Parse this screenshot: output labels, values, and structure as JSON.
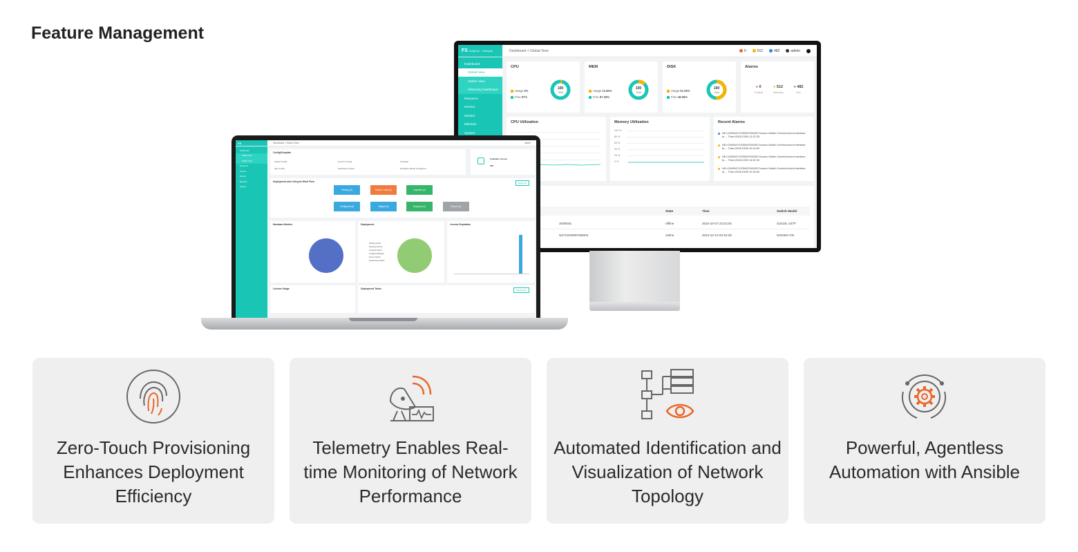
{
  "page": {
    "title": "Feature Management"
  },
  "colors": {
    "teal": "#19c6b5",
    "orange": "#e8672a",
    "gray_icon": "#666666",
    "card_bg": "#efefef"
  },
  "monitor": {
    "logo": "FS",
    "logo_sub": "AmpCon · Campus",
    "breadcrumb": "Dashboard > Global View",
    "top_stats": {
      "alarms_critical": "0",
      "alarms_warning": "512",
      "alarms_info": "482",
      "user": "admin"
    },
    "sidebar": [
      "Dashboard",
      "Global View",
      "Switch View",
      "Telemetry Dashboard",
      "Resource",
      "Service",
      "Monitor",
      "Maintain",
      "System"
    ],
    "cpu": {
      "title": "CPU",
      "usage_label": "Usage",
      "usage": "3%",
      "free_label": "Free",
      "free": "97%",
      "center": "100",
      "center_label": "Total",
      "usage_pct": 3
    },
    "mem": {
      "title": "MEM",
      "usage_label": "Usage",
      "usage": "12.65%",
      "free_label": "Free",
      "free": "87.35%",
      "center": "100",
      "center_label": "Total",
      "usage_pct": 12.65
    },
    "disk": {
      "title": "DISK",
      "usage_label": "Usage",
      "usage": "51.05%",
      "free_label": "Free",
      "free": "48.95%",
      "center": "100",
      "center_label": "Total",
      "usage_pct": 51.05
    },
    "alarms": {
      "title": "Alarms",
      "critical": "0",
      "critical_label": "Critical",
      "warning": "512",
      "warning_label": "Warning",
      "info": "482",
      "info_label": "Info"
    },
    "cpu_util": {
      "title": "CPU Utilization"
    },
    "mem_util": {
      "title": "Memory Utilization",
      "ticks": [
        "100 %",
        "80 %",
        "60 %",
        "40 %",
        "20 %",
        "0 %"
      ]
    },
    "recent_alarms": {
      "title": "Recent Alarms",
      "items": [
        "NE=CN09N2YCE50097M0003 Source=Switch Content=found interface: te-... Time=2024/10/09 12:22:25",
        "NE=CN09N2YCE50097M0003 Source=Switch Content=found interface: te-... Time=2024/10/09 10:16:50",
        "NE=CN09N2YCE50097M0003 Source=Switch Content=found interface: te-... Time=2024/10/09 14:52:30",
        "NE=CN09N2YCE50097M0003 Source=Switch Content=found interface: te-... Time=2024/10/09 10:16:50"
      ]
    },
    "table": {
      "headers": [
        "State",
        "Time",
        "Switch Model"
      ],
      "rows": [
        {
          "sn": "2000645",
          "state": "offline",
          "time": "2024-10-07 22:01:00",
          "model": "S3410L-24TF"
        },
        {
          "sn": "N2YCE50097M0003",
          "state": "online",
          "time": "2024-10-10 03:32:28",
          "model": "N2248X-ON"
        }
      ]
    }
  },
  "laptop": {
    "logo": "FS",
    "breadcrumb": "Dashboard > Switch View",
    "user": "admin",
    "config_title": "Config/Template",
    "config_rows": [
      "Global Config",
      "Generic Config",
      "Template",
      "Site Config",
      "Switchport Config",
      "Hardware Model Configured"
    ],
    "license_title": "Available License",
    "license_value": "250",
    "workflow_title": "Deployment and Lifecycle Work Flow",
    "workflow_btn": "Switch list",
    "workflow": [
      "Parking (0)",
      "Device / roles (0)",
      "Imported (0)",
      "Configured (4)",
      "Staged (3)",
      "Deployed (1)",
      "Decom (0)"
    ],
    "hardware_title": "Hardware Models",
    "deployment_title": "Deployment",
    "deployment_legend": [
      "Parking Switch",
      "Deployed Switch",
      "Imported Switch",
      "Configured/Staged",
      "Decom Switch",
      "Provisioning Switch"
    ],
    "license_exp_title": "License Expiration",
    "license_usage_title": "License Usage",
    "deploy_tasks_title": "Deployment Tasks",
    "deploy_tasks_btn": "Deployment"
  },
  "features": [
    {
      "icon": "fingerprint-icon",
      "text": "Zero-Touch Provisioning Enhances Deployment Efficiency"
    },
    {
      "icon": "satellite-telemetry-icon",
      "text": "Telemetry Enables Real-time Monitoring of Network Performance"
    },
    {
      "icon": "topology-eye-icon",
      "text": "Automated Identification and Visualization of Network Topology"
    },
    {
      "icon": "automation-gear-icon",
      "text": "Powerful, Agentless Automation with Ansible"
    }
  ]
}
